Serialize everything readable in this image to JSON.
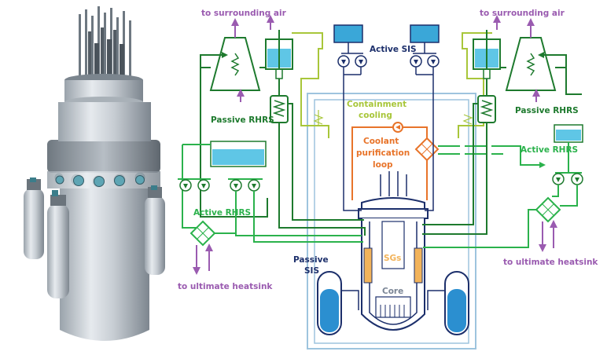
{
  "labels": {
    "air_left": "to surrounding air",
    "air_right": "to surrounding air",
    "active_sis": "Active SIS",
    "containment_cooling_1": "Containment",
    "containment_cooling_2": "cooling",
    "passive_rhrs_left": "Passive RHRS",
    "passive_rhrs_right": "Passive RHRS",
    "coolant_1": "Coolant",
    "coolant_2": "purification",
    "coolant_3": "loop",
    "active_rhrs_left": "Active RHRS",
    "active_rhrs_right": "Active RHRS",
    "passive_sis_1": "Passive",
    "passive_sis_2": "SIS",
    "sgs": "SGs",
    "core": "Core",
    "heatsink_left": "to ultimate heatsink",
    "heatsink_right": "to ultimate heatsink"
  },
  "colors": {
    "dark_green": "#1e7a2e",
    "mid_green": "#2bb24c",
    "light_green": "#a8c63a",
    "orange": "#e8742a",
    "purple": "#9a5bb0",
    "navy": "#1c2f6b",
    "water": "#5fc6e6",
    "tank_blue": "#3aa7d8",
    "containment": "#9ec4de",
    "sg": "#f2b35a",
    "sis_blue": "#2b8fd0"
  },
  "icons": [
    "reactor-module-render",
    "pump-icon",
    "heat-exchanger-icon",
    "tank-icon",
    "arrow-up-icon",
    "arrow-down-icon"
  ]
}
